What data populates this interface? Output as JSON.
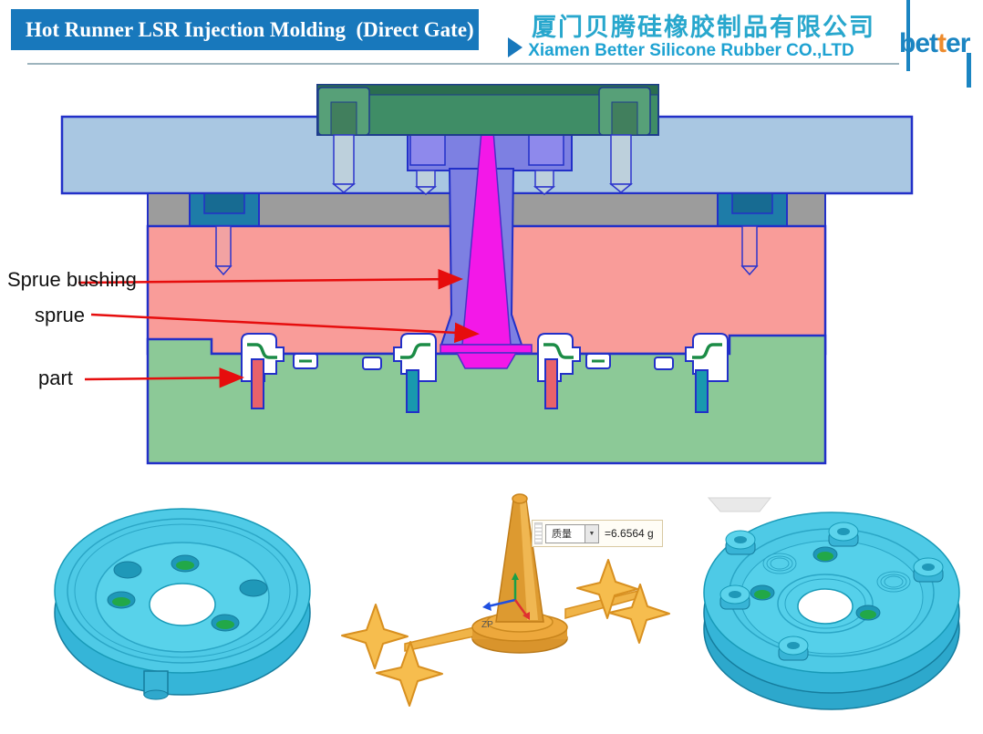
{
  "header": {
    "title": "Hot Runner LSR Injection Molding  (Direct Gate)",
    "company_cn": "厦门贝腾硅橡胶制品有限公司",
    "company_en": "Xiamen Better Silicone Rubber CO.,LTD",
    "logo": {
      "be": "be",
      "t1": "t",
      "t2": "t",
      "er": "er"
    }
  },
  "diagram": {
    "labels": {
      "sprue_bushing": "Sprue bushing",
      "sprue": "sprue",
      "part": "part"
    }
  },
  "callout": {
    "field_label": "质量",
    "dropdown_icon": "▼",
    "value": "=6.6564 g",
    "axis_label": "ZP"
  },
  "colors": {
    "title_bar_blue": "#1878bc",
    "accent_cyan": "#28a7cd",
    "logo_blue": "#1b85c2",
    "logo_orange": "#ed8b2d",
    "plate_light_blue": "#a9c7e2",
    "plate_gray": "#9c9c9c",
    "plate_pink": "#f99c99",
    "plate_green": "#8cc997",
    "bushing_purple": "#7d80e2",
    "sprue_magenta": "#f318e8",
    "outline_blue": "#2230c8",
    "arrow_red": "#e60d0d",
    "part_cyan": "#4ecae6",
    "runner_orange": "#eca43c"
  }
}
